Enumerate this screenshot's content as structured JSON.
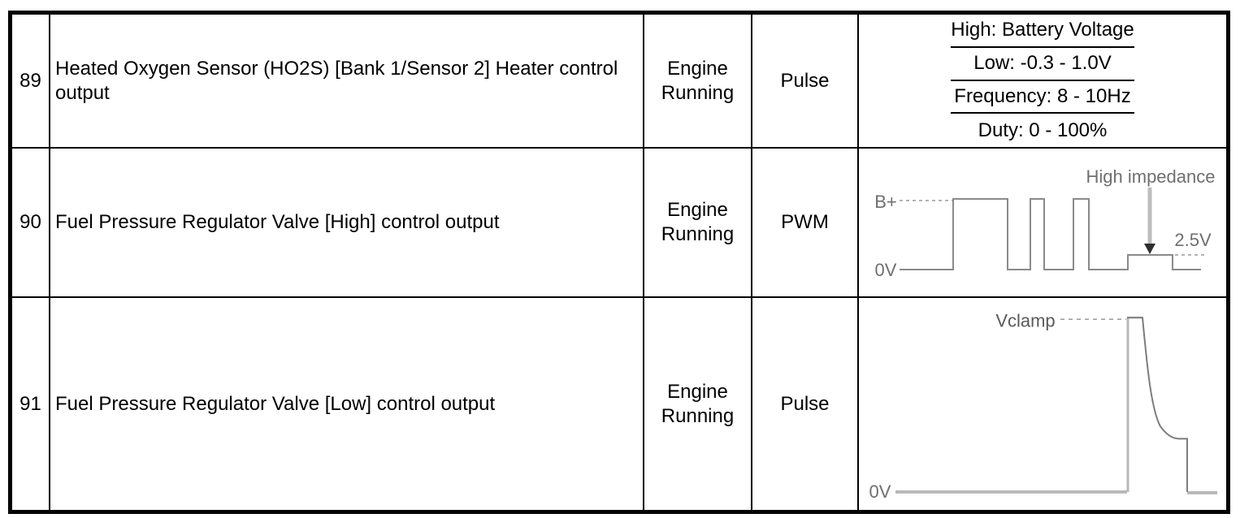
{
  "table": {
    "rows": [
      {
        "pin": "89",
        "description": "Heated Oxygen Sensor (HO2S) [Bank 1/Sensor 2] Heater control output",
        "condition": "Engine Running",
        "signal_type": "Pulse",
        "spec_lines": [
          "High: Battery Voltage",
          "Low: -0.3 - 1.0V",
          "Frequency: 8 - 10Hz",
          "Duty: 0 - 100%"
        ]
      },
      {
        "pin": "90",
        "description": "Fuel Pressure Regulator Valve [High] control output",
        "condition": "Engine Running",
        "signal_type": "PWM",
        "waveform": {
          "type": "pwm-square-wave",
          "labels": {
            "high": "B+",
            "low": "0V",
            "annotation": "High impedance",
            "mid": "2.5V"
          }
        }
      },
      {
        "pin": "91",
        "description": "Fuel Pressure Regulator Valve [Low] control output",
        "condition": "Engine Running",
        "signal_type": "Pulse",
        "waveform": {
          "type": "inductive-clamp-pulse",
          "labels": {
            "peak": "Vclamp",
            "low": "0V"
          }
        }
      }
    ]
  },
  "colors": {
    "border": "#000000",
    "text": "#000000",
    "waveform_line": "#8a8a8a",
    "waveform_label": "#6f6f6f",
    "waveform_light": "#b8b8b8"
  }
}
